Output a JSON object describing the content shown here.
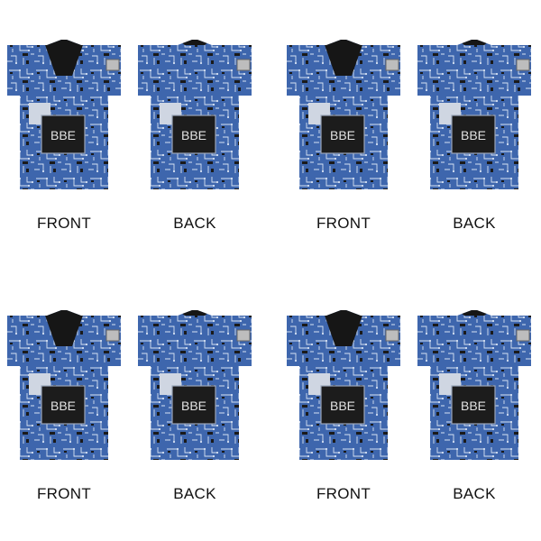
{
  "colors": {
    "fabric": "#3e66ad",
    "trace": "#d7e2f3",
    "chip": "#1c1c1c",
    "collar": "#161616",
    "badge": "#bdbdbd"
  },
  "chip_text": "BBE",
  "panels": [
    {
      "side": "front",
      "label": "FRONT"
    },
    {
      "side": "back",
      "label": "BACK"
    },
    {
      "side": "front",
      "label": "FRONT"
    },
    {
      "side": "back",
      "label": "BACK"
    },
    {
      "side": "front",
      "label": "FRONT"
    },
    {
      "side": "back",
      "label": "BACK"
    },
    {
      "side": "front",
      "label": "FRONT"
    },
    {
      "side": "back",
      "label": "BACK"
    }
  ]
}
